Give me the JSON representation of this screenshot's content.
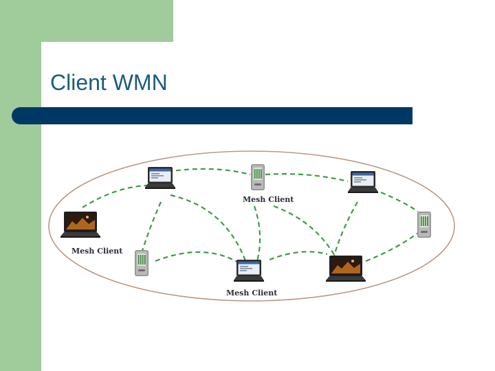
{
  "slide": {
    "title": "Client WMN"
  },
  "diagram": {
    "labels": {
      "pda_top": "Mesh Client",
      "laptop_left": "Mesh Client",
      "laptop_bottom": "Mesh Client"
    },
    "colors": {
      "ellipse": "#b89a86",
      "link": "#3c9a48",
      "accent_strip": "#9fcc9a",
      "title_bar": "#003865",
      "title_text": "#1c5c7a"
    },
    "icons": [
      "laptop-icon",
      "pda-icon"
    ]
  }
}
